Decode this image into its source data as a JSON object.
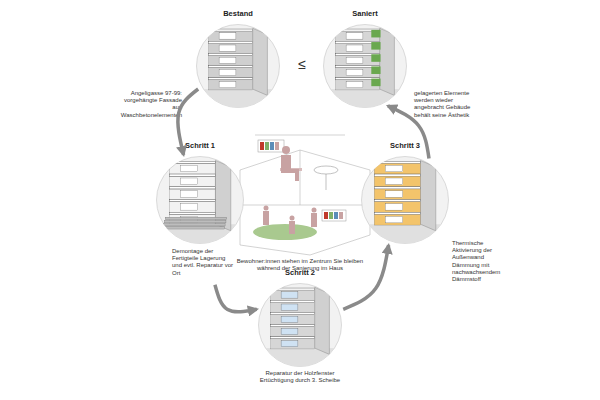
{
  "diagram": {
    "nodes": [
      {
        "text": [
          "Bestand",
          "Angeligasse 97-99: vorgehängte Fassade aus Waschbetonelementen"
        ]
      },
      {
        "text": [
          "Saniert",
          "gelagerten Elemente werden wieder angebracht Gebäude behält seine Ästhetik"
        ]
      },
      {
        "text": [
          "Schritt 1",
          "Demontage der Fertigteile Lagerung und evtl. Reparatur vor Ort"
        ]
      },
      {
        "text": [
          "Schritt 3",
          "Thermische Aktivierung der Außenwand Dämmung mit nachwachsendem Dämmstoff"
        ]
      },
      {
        "text": [
          "Schritt 2",
          "Reparatur der Holzfenster Ertüchtigung durch 3. Scheibe"
        ]
      }
    ],
    "edges": [
      {
        "from": 0,
        "to": 2,
        "arrow": "to"
      },
      {
        "from": 2,
        "to": 4,
        "arrow": "to"
      },
      {
        "from": 4,
        "to": 3,
        "arrow": "to"
      },
      {
        "from": 3,
        "to": 1,
        "arrow": "to"
      }
    ],
    "labels": [
      "≤",
      "Bewohner:innen stehen im Zentrum Sie bleiben während der Sanierung im Haus"
    ]
  }
}
